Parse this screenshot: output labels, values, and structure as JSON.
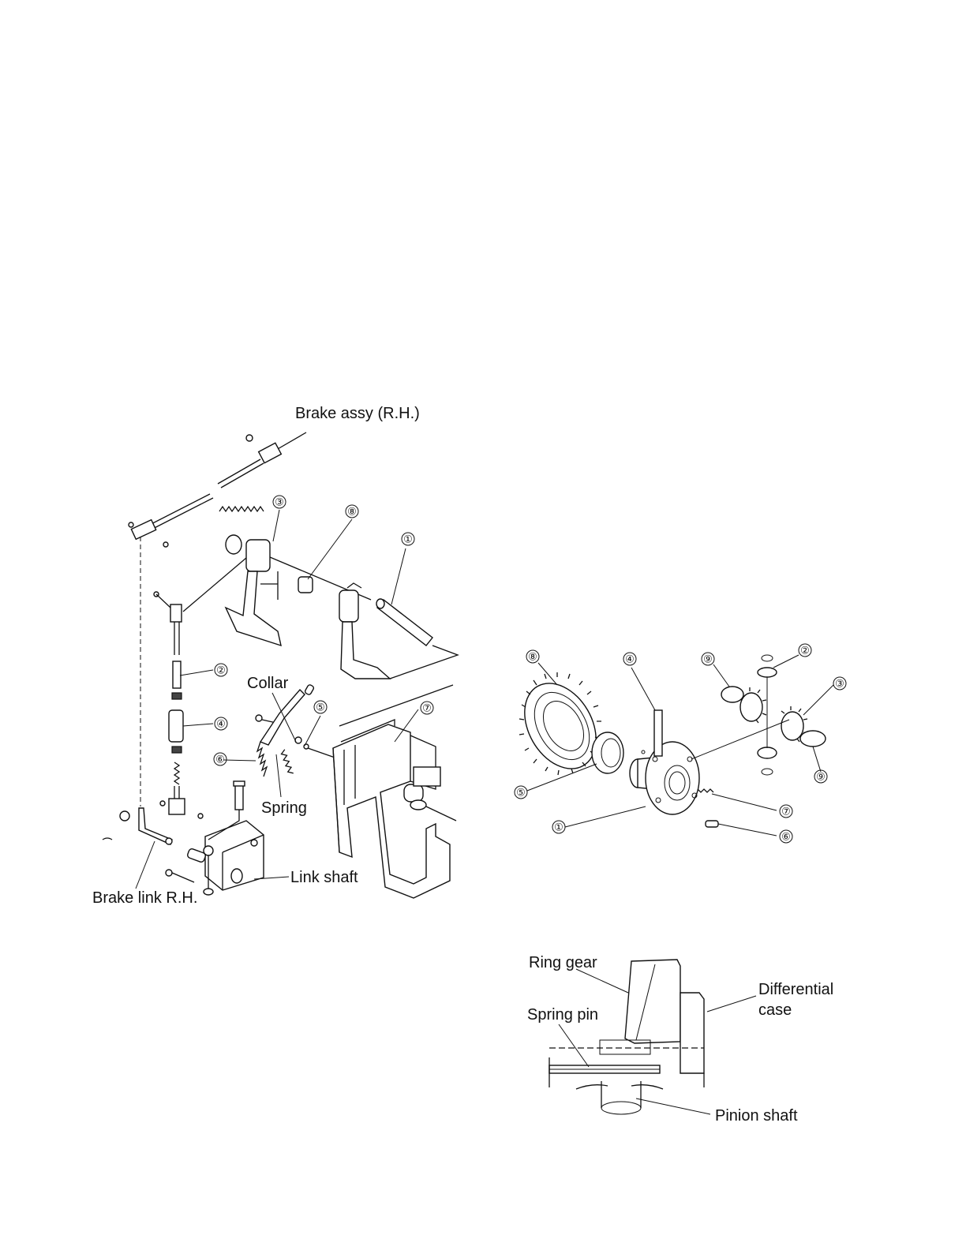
{
  "brake_diagram": {
    "labels": {
      "brake_assy": "Brake assy (R.H.)",
      "collar": "Collar",
      "spring": "Spring",
      "link_shaft": "Link shaft",
      "brake_link": "Brake link R.H."
    },
    "callouts": [
      "①",
      "②",
      "③",
      "④",
      "⑤",
      "⑥",
      "⑦",
      "⑧"
    ]
  },
  "differential_diagram": {
    "callouts": [
      "①",
      "②",
      "③",
      "④",
      "⑤",
      "⑥",
      "⑦",
      "⑧",
      "⑨",
      "⑨"
    ]
  },
  "section_diagram": {
    "labels": {
      "ring_gear": "Ring gear",
      "differential_case_1": "Differential",
      "differential_case_2": "case",
      "spring_pin": "Spring pin",
      "pinion_shaft": "Pinion shaft"
    }
  }
}
